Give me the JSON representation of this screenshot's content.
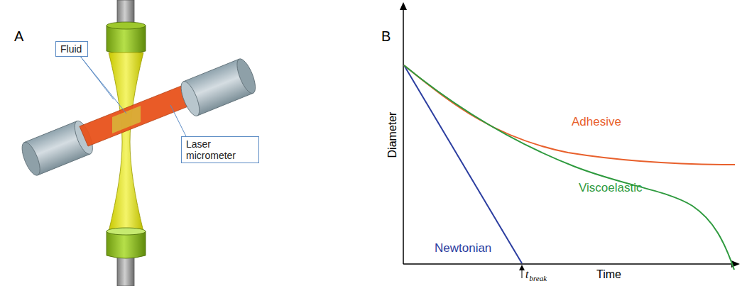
{
  "diagram": {
    "nodes": [
      {
        "text": [
          "Fluid"
        ]
      },
      {
        "text": [
          "Laser micrometer"
        ]
      }
    ],
    "labels": [
      "A",
      "B",
      "Diameter",
      "Time",
      "Adhesive",
      "Viscoelastic",
      "Newtonian",
      "t",
      "break"
    ]
  }
}
